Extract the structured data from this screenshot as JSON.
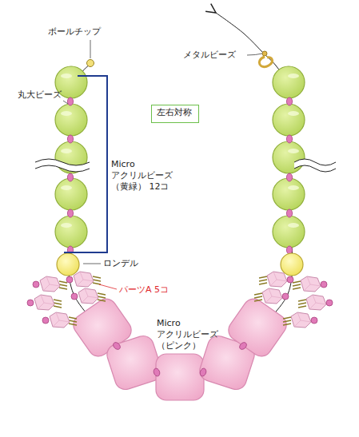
{
  "diagram": {
    "nodes": [
      {
        "text": [
          "左右対称"
        ]
      }
    ],
    "labels": [
      "ボールチップ",
      "メタルビーズ",
      "丸大ビーズ",
      "Micro アクリルビーズ （黄緑） 12コ",
      "ロンデル",
      "パーツA 5コ",
      "Micro アクリルビーズ （ピンク）"
    ]
  }
}
